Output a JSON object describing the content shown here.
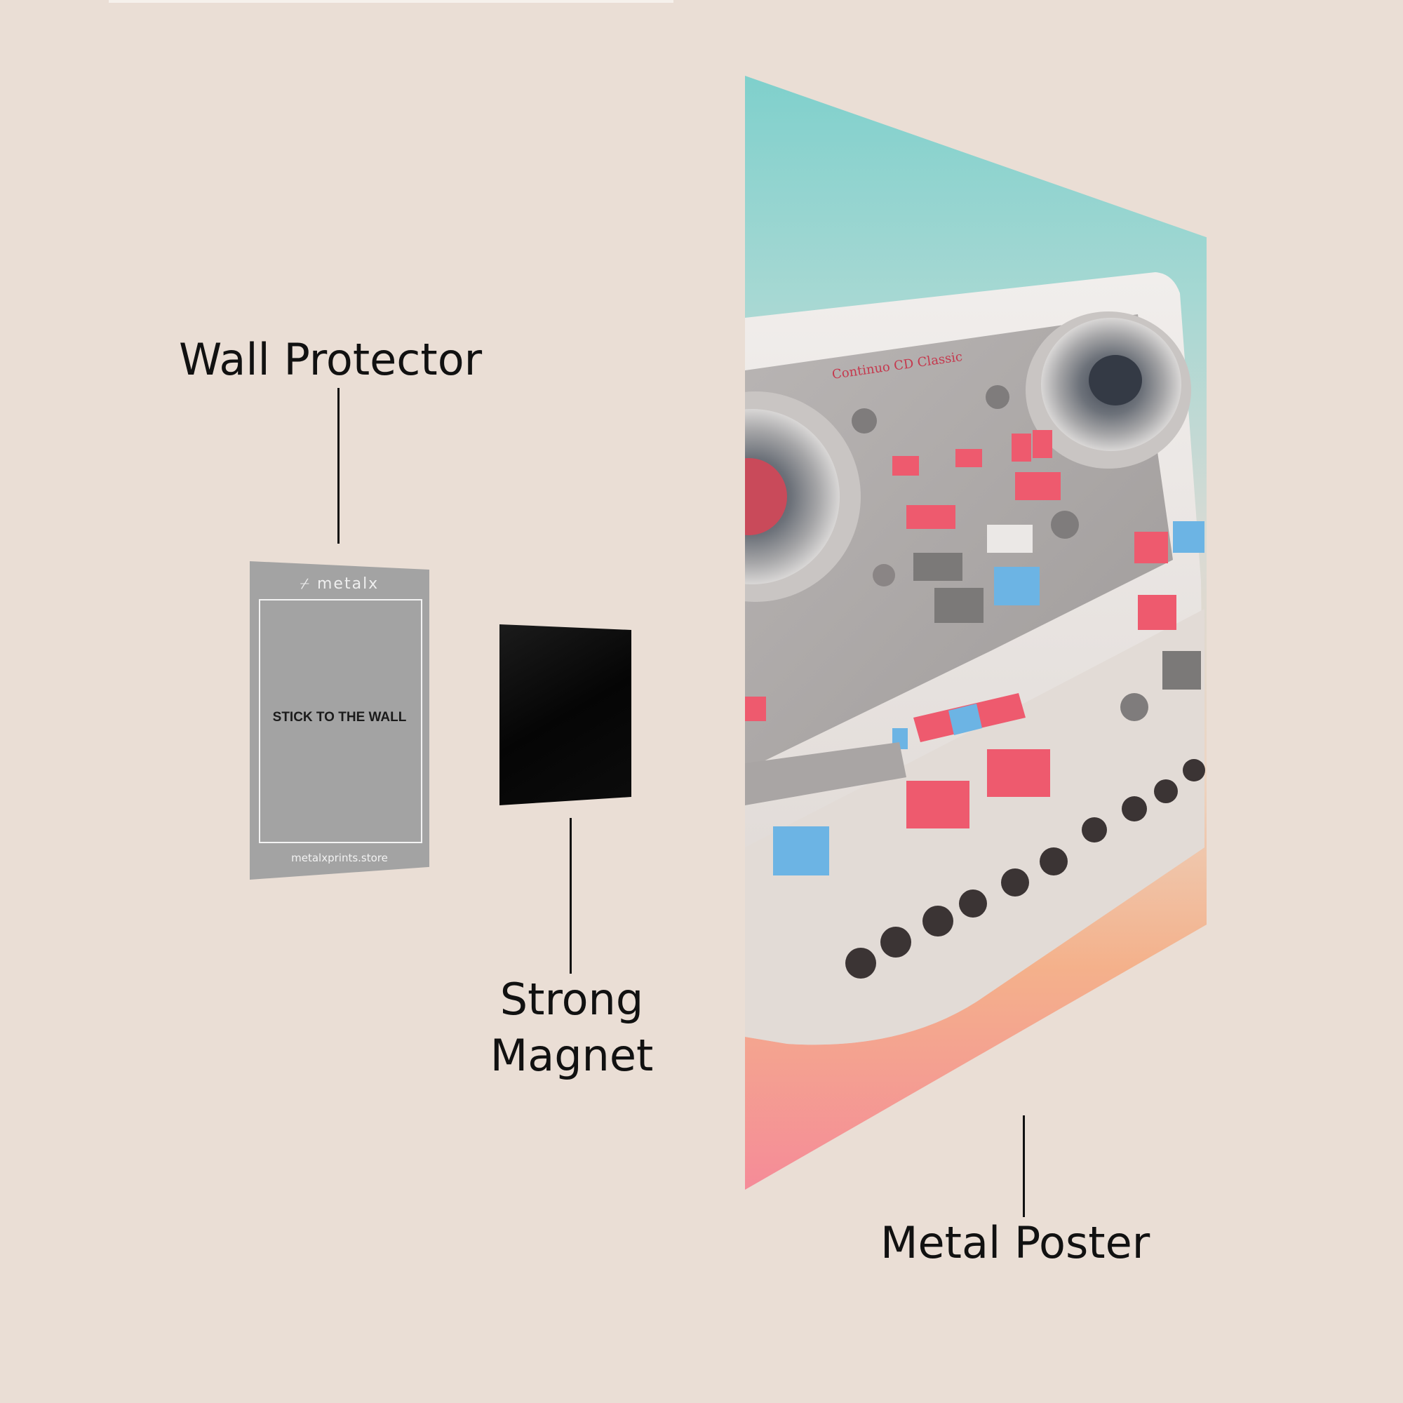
{
  "labels": {
    "wall_protector": "Wall Protector",
    "strong_magnet_line1": "Strong",
    "strong_magnet_line2": "Magnet",
    "metal_poster": "Metal Poster"
  },
  "protector": {
    "brand": "⌿ metalx",
    "instruction": "STICK TO THE WALL",
    "website": "metalxprints.store"
  },
  "poster": {
    "device_label": "Continuo CD Classic"
  },
  "colors": {
    "background": "#eaded5",
    "protector_fill": "#a3a3a3",
    "magnet_fill": "#080808",
    "poster_top": "#7fd0cc",
    "poster_bottom": "#f58b98",
    "pad_red": "#ee5a6e",
    "pad_blue": "#6cb4e4"
  }
}
